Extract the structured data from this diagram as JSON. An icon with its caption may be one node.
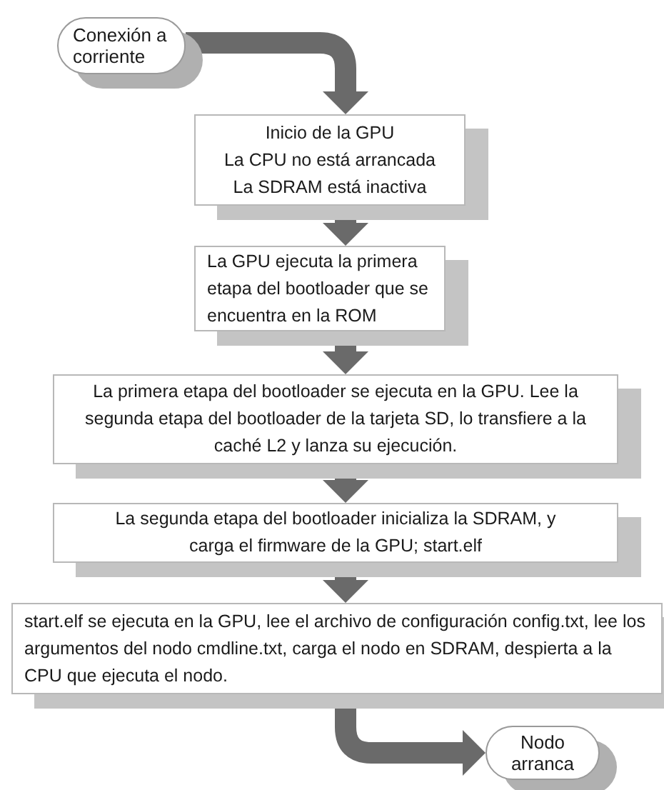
{
  "diagram": {
    "nodes": [
      {
        "text": [
          "Conexión a corriente"
        ]
      },
      {
        "text": [
          "Inicio de la GPU",
          "La CPU no está arrancada",
          "La SDRAM está inactiva"
        ]
      },
      {
        "text": [
          "La GPU ejecuta la primera etapa del bootloader que se encuentra en la ROM"
        ]
      },
      {
        "text": [
          "La primera etapa del bootloader se ejecuta en la GPU. Lee la segunda etapa del bootloader de la tarjeta SD, lo transfiere a la caché L2 y lanza su ejecución."
        ]
      },
      {
        "text": [
          "La segunda etapa del bootloader inicializa la SDRAM, y carga el firmware de la GPU; start.elf"
        ]
      },
      {
        "text": [
          "start.elf se ejecuta en la GPU, lee el archivo de configuración config.txt, lee los argumentos del nodo cmdline.txt, carga el nodo en SDRAM, despierta a la CPU que ejecuta el nodo."
        ]
      },
      {
        "text": [
          "Nodo arranca"
        ]
      }
    ],
    "edges": [
      {
        "from": 0,
        "to": 1,
        "arrow": "to"
      },
      {
        "from": 1,
        "to": 2,
        "arrow": "to"
      },
      {
        "from": 2,
        "to": 3,
        "arrow": "to"
      },
      {
        "from": 3,
        "to": 4,
        "arrow": "to"
      },
      {
        "from": 4,
        "to": 5,
        "arrow": "to"
      },
      {
        "from": 5,
        "to": 6,
        "arrow": "to"
      }
    ]
  }
}
